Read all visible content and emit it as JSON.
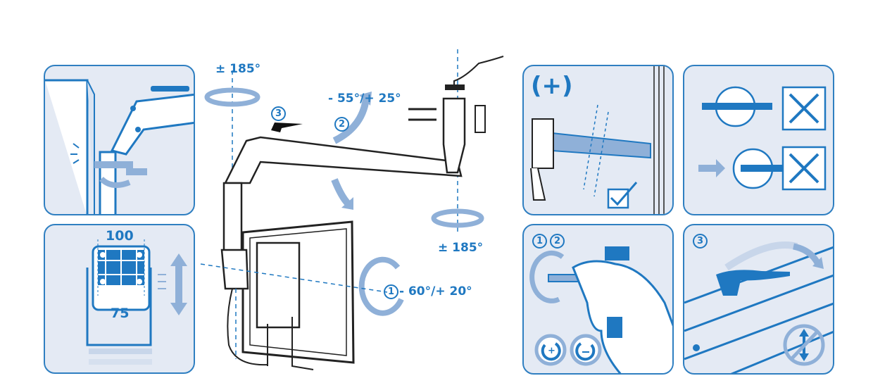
{
  "labels": {
    "top_rotation": "± 185°",
    "arm_tilt": "- 55°/+ 25°",
    "clamp_rotation": "± 185°",
    "monitor_tilt": "- 60°/+ 20°",
    "vesa_width": "100",
    "vesa_height": "75",
    "plus_sign": "(+)"
  },
  "step_numbers": {
    "one": "1",
    "two": "2",
    "three": "3"
  },
  "colors": {
    "accent": "#1f78c1",
    "light_accent": "#8fb0d8",
    "panel_fill": "#e4eaf4"
  }
}
